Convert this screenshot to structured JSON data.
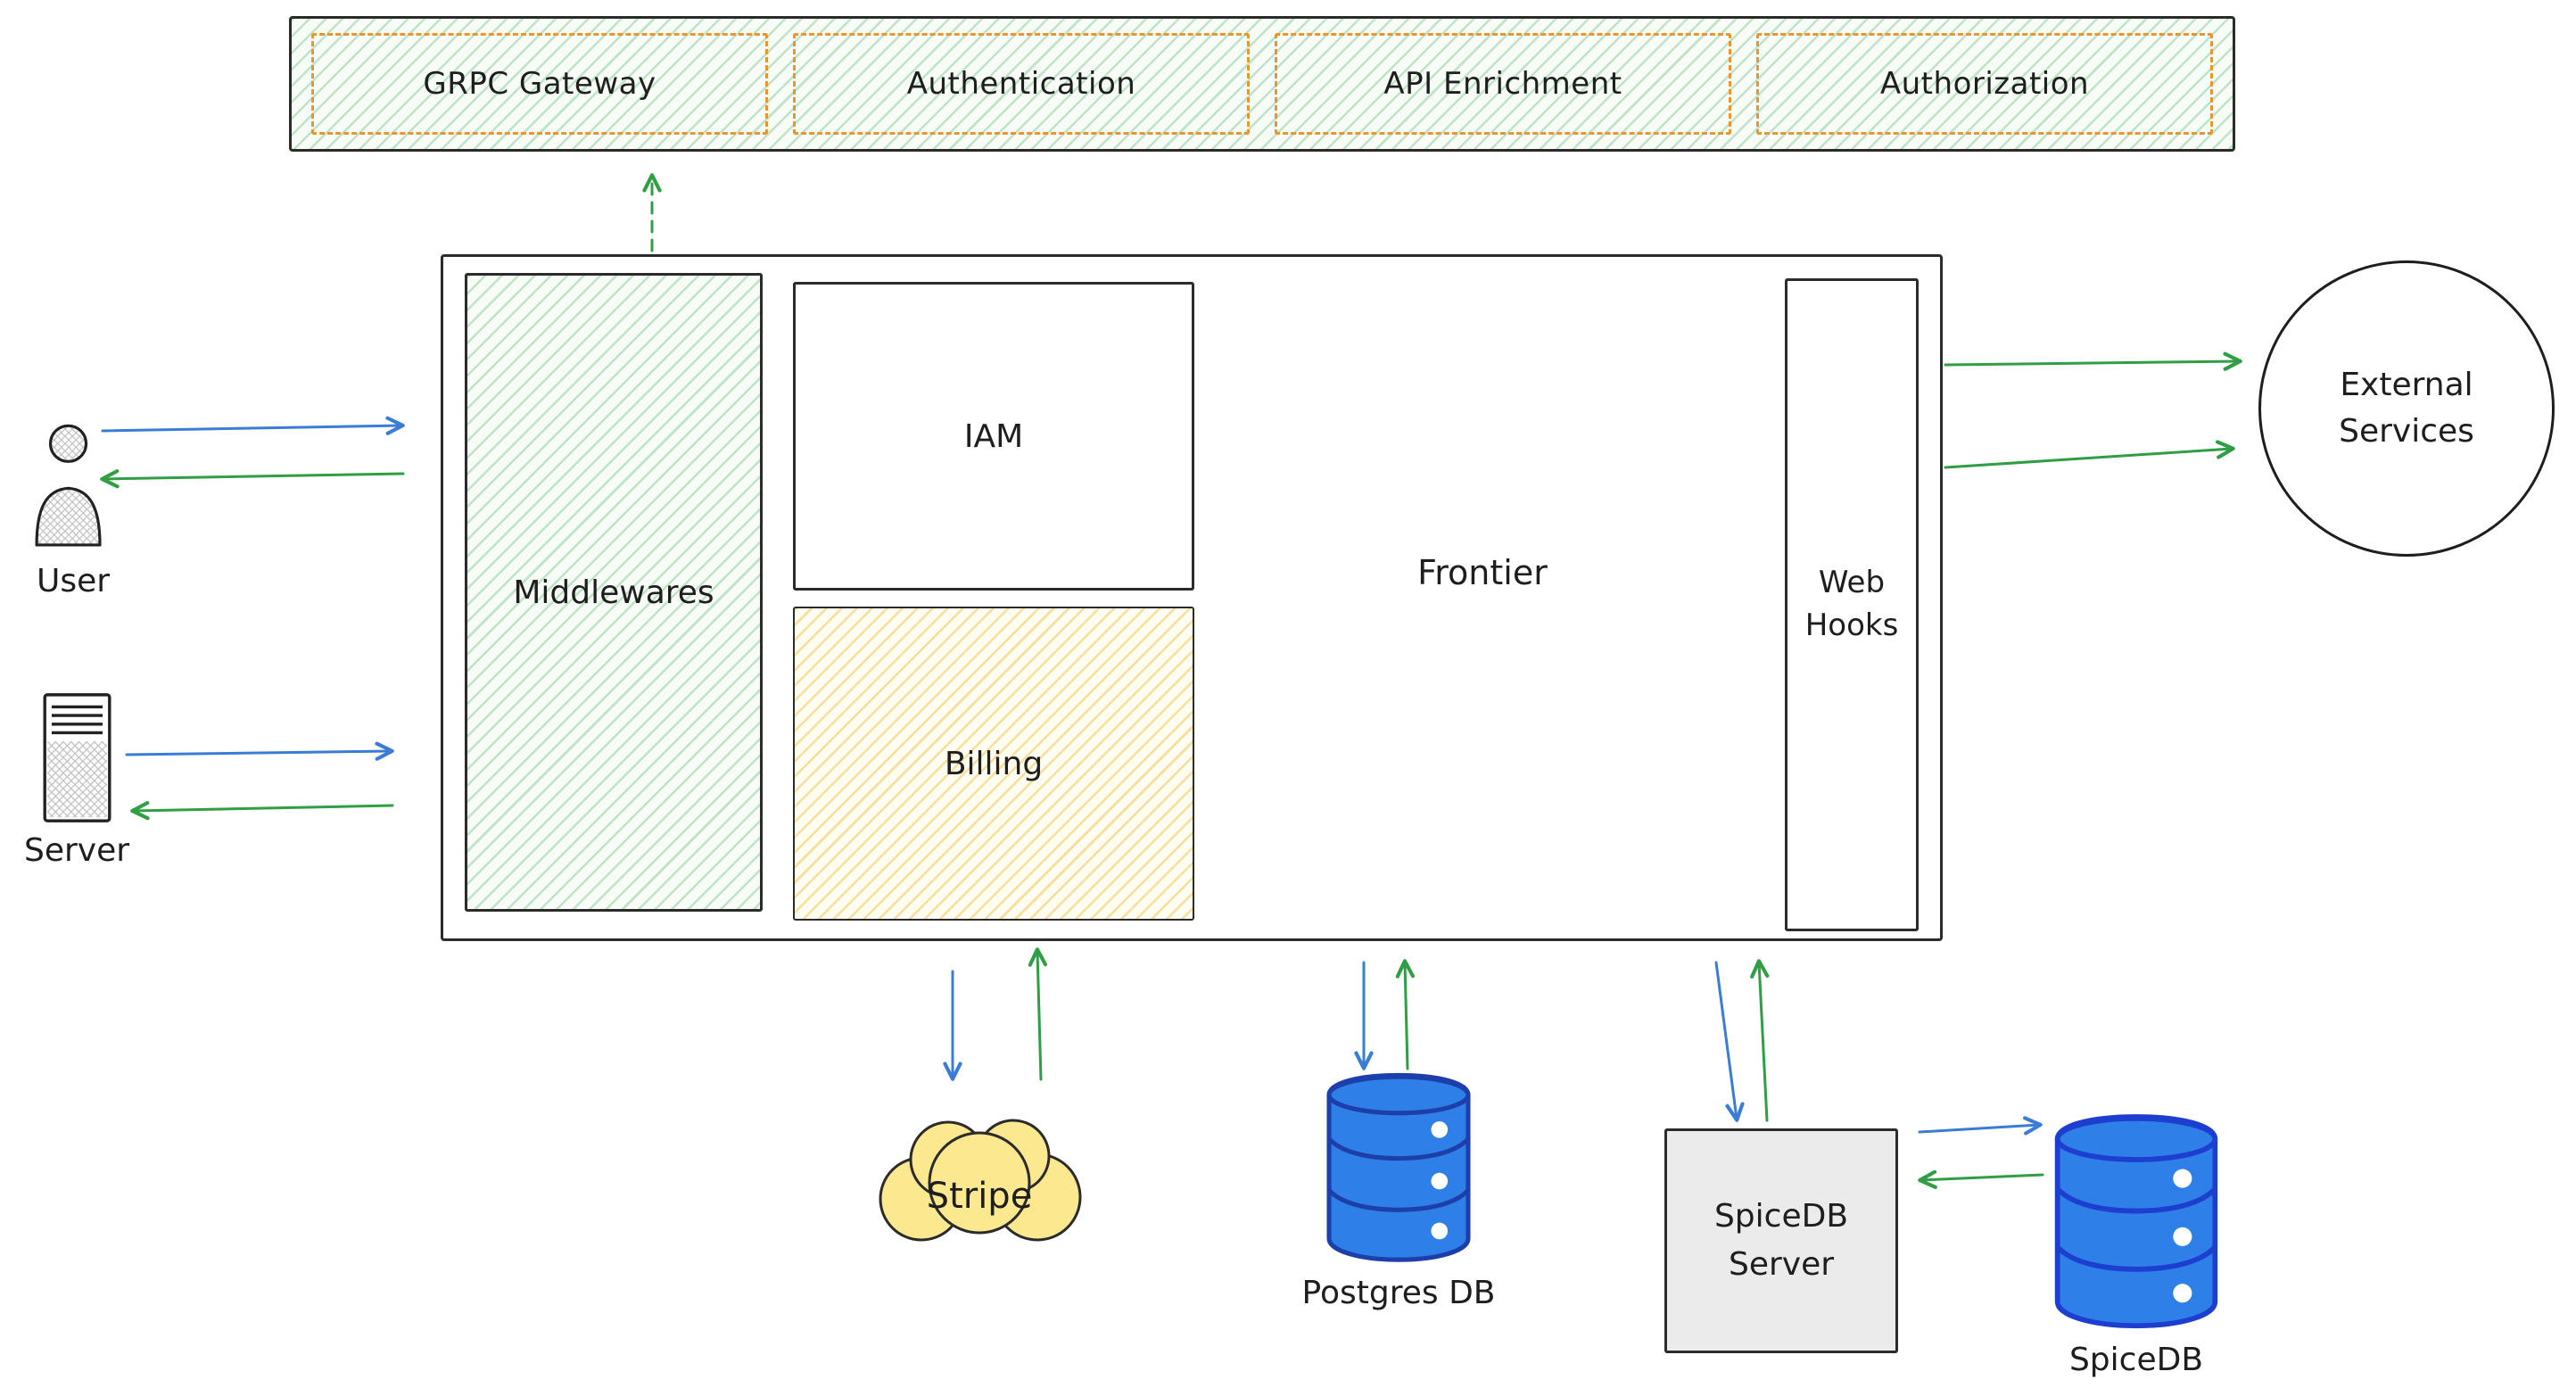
{
  "pipeline": {
    "stages": [
      {
        "label": "GRPC Gateway"
      },
      {
        "label": "Authentication"
      },
      {
        "label": "API Enrichment"
      },
      {
        "label": "Authorization"
      }
    ]
  },
  "frontier": {
    "title": "Frontier",
    "middlewares": "Middlewares",
    "iam": "IAM",
    "billing": "Billing",
    "webhooks": "Web Hooks"
  },
  "actors": {
    "user": "User",
    "server": "Server"
  },
  "external_services": {
    "label": "External Services"
  },
  "integrations": {
    "stripe": "Stripe",
    "postgres": "Postgres DB",
    "spicedb_server": "SpiceDB Server",
    "spicedb": "SpiceDB"
  },
  "colors": {
    "request_arrow_blue": "#3b7cd5",
    "response_arrow_green": "#2f9e44",
    "stage_border_orange": "#e8962e",
    "green_hatch": "#40a658",
    "yellow_hatch": "#e8c445",
    "database_fill": "#2f7fe8",
    "database_stroke": "#1c3faa",
    "stripe_cloud_fill": "#fbe88f",
    "spicedb_server_fill": "#ebebeb",
    "outline": "#2b2b2b"
  }
}
